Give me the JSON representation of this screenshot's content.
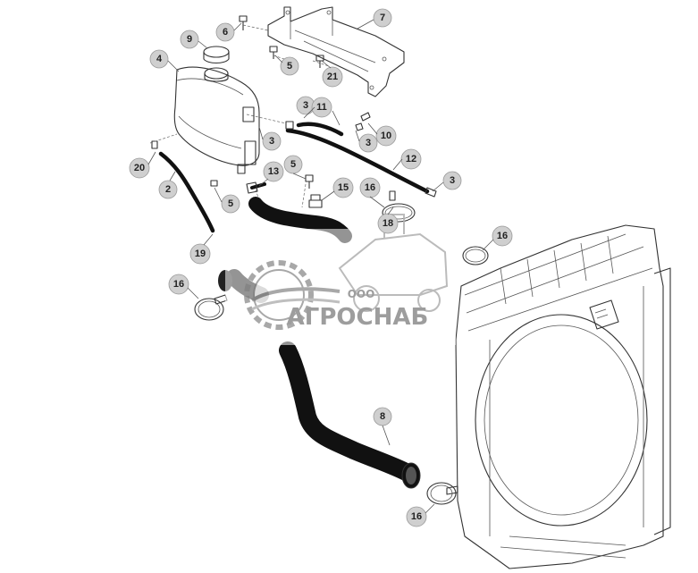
{
  "diagram": {
    "callouts": [
      {
        "id": "c9",
        "label": "9"
      },
      {
        "id": "c6",
        "label": "6"
      },
      {
        "id": "c7",
        "label": "7"
      },
      {
        "id": "c4",
        "label": "4"
      },
      {
        "id": "c5a",
        "label": "5"
      },
      {
        "id": "c21",
        "label": "21"
      },
      {
        "id": "c3a",
        "label": "3"
      },
      {
        "id": "c11",
        "label": "11"
      },
      {
        "id": "c10",
        "label": "10"
      },
      {
        "id": "c3b",
        "label": "3"
      },
      {
        "id": "c3c",
        "label": "3"
      },
      {
        "id": "c12",
        "label": "12"
      },
      {
        "id": "c20",
        "label": "20"
      },
      {
        "id": "c13",
        "label": "13"
      },
      {
        "id": "c5b",
        "label": "5"
      },
      {
        "id": "c15",
        "label": "15"
      },
      {
        "id": "c16a",
        "label": "16"
      },
      {
        "id": "c3d",
        "label": "3"
      },
      {
        "id": "c2",
        "label": "2"
      },
      {
        "id": "c5c",
        "label": "5"
      },
      {
        "id": "c18",
        "label": "18"
      },
      {
        "id": "c16b",
        "label": "16"
      },
      {
        "id": "c19",
        "label": "19"
      },
      {
        "id": "c16c",
        "label": "16"
      },
      {
        "id": "c8",
        "label": "8"
      },
      {
        "id": "c16d",
        "label": "16"
      }
    ]
  },
  "watermark": {
    "prefix": "ООО",
    "brand": "АГРОСНАБ"
  },
  "colors": {
    "callout_fill": "#cfcfcf",
    "hose": "#111111",
    "line": "#333333",
    "watermark": "#8c8c8c"
  }
}
